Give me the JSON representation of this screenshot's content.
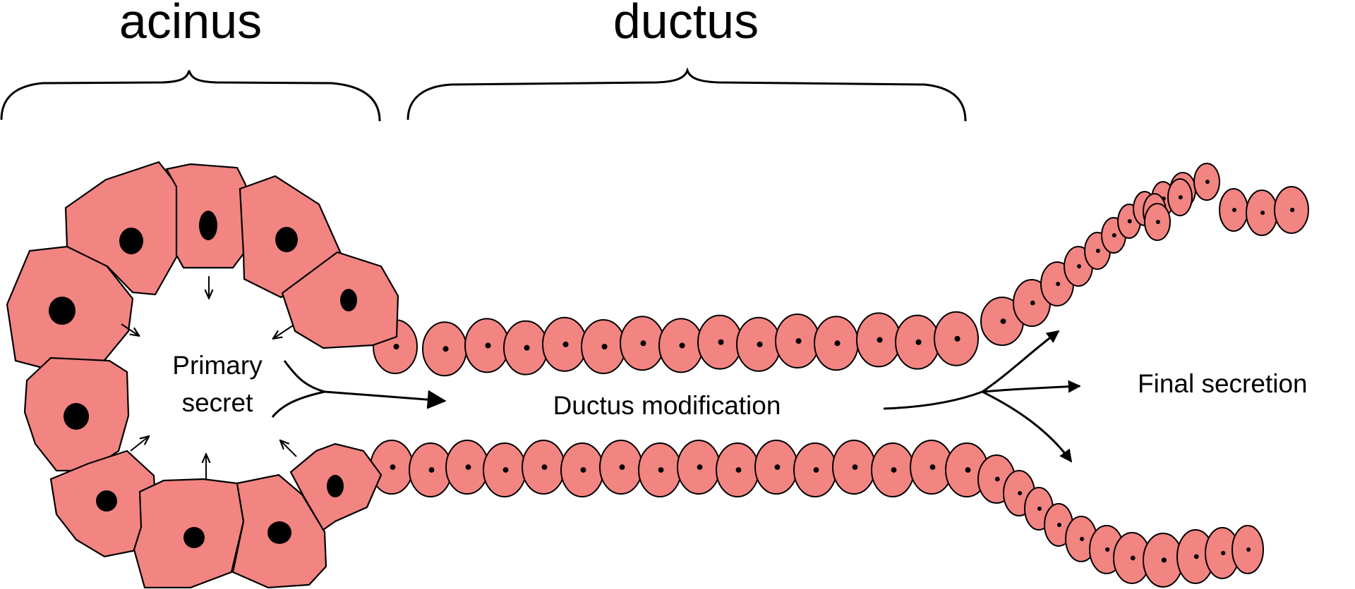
{
  "labels": {
    "acinus": "acinus",
    "ductus": "ductus",
    "primary_line1": "Primary",
    "primary_line2": "secret",
    "ductus_modification": "Ductus modification",
    "final_secretion": "Final secretion"
  },
  "colors": {
    "cell_fill": "#f28482",
    "outline": "#000000",
    "background": "#ffffff"
  }
}
